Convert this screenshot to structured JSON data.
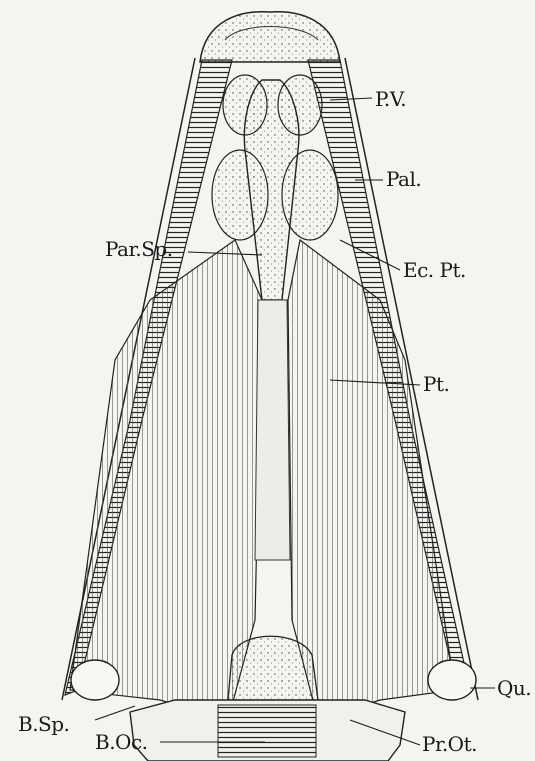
{
  "labels": {
    "pv": "P.V.",
    "pal": "Pal.",
    "par_sp": "Par.Sp.",
    "ec_pt": "Ec. Pt.",
    "pt": "Pt.",
    "qu": "Qu.",
    "b_sp": "B.Sp.",
    "pr_ot": "Pr.Ot.",
    "b_oc": "B.Oc."
  }
}
